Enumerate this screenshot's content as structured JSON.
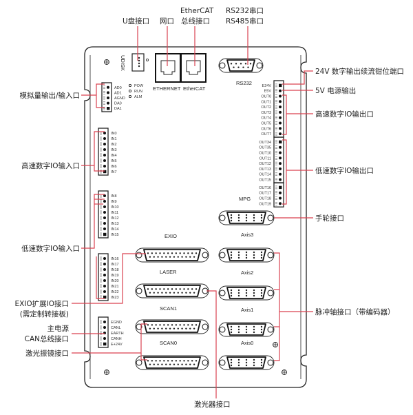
{
  "colors": {
    "callout_line": "#d9414f",
    "outline": "#222222",
    "background": "#ffffff"
  },
  "top_callouts": {
    "udisk": "U盘接口",
    "network": "网口",
    "ethercat_line1": "EtherCAT",
    "ethercat_line2": "总线接口",
    "serial_line1": "RS232串口",
    "serial_line2": "RS485串口"
  },
  "left_callouts": {
    "analog": "模拟量输出/输入口",
    "high_speed_input": "高速数字IO输入口",
    "low_speed_input": "低速数字IO输入口",
    "exio_line1": "EXIO扩展IO接口",
    "exio_line2": "(需定制转接板)",
    "power": "主电源",
    "can": "CAN总线接口",
    "galvo": "激光振镜接口"
  },
  "right_callouts": {
    "clamp": "24V 数字输出续流钳位端口",
    "power5v": "5V 电源输出",
    "high_speed_output": "高速数字IO输出口",
    "low_speed_output": "低速数字IO输出口",
    "handwheel": "手轮接口",
    "pulse_axis": "脉冲轴接口（带编码器）"
  },
  "bottom_callouts": {
    "laser": "激光器接口"
  },
  "board_labels": {
    "udisk": "UDISK",
    "ethernet": "ETHERNET",
    "ethercat": "EtherCAT",
    "rs232": "RS232",
    "mpg": "MPG",
    "exio": "EXIO",
    "laser": "LASER",
    "scan1": "SCAN1",
    "scan0": "SCAN0",
    "axis3": "Axis3",
    "axis2": "Axis2",
    "axis1": "Axis1",
    "axis0": "Axis0",
    "leds": [
      "POW",
      "RUN",
      "ALM"
    ]
  },
  "terminals": {
    "analog": [
      "AD0",
      "AD1",
      "AGND",
      "DA0",
      "DA1"
    ],
    "in_high": [
      "IN0",
      "IN1",
      "IN2",
      "IN3",
      "IN4",
      "IN5",
      "IN6",
      "IN7"
    ],
    "in_low": [
      "IN8",
      "IN9",
      "IN10",
      "IN11",
      "IN12",
      "IN13",
      "IN14",
      "IN15"
    ],
    "exio": [
      "IN16",
      "IN17",
      "IN18",
      "IN19",
      "IN20",
      "IN21",
      "IN22",
      "IN23"
    ],
    "power": [
      "EGND",
      "CANL",
      "EARTH",
      "CANH",
      "E+24V"
    ],
    "out_a": [
      "E24V",
      "E5V",
      "OUT0",
      "OUT1",
      "OUT2",
      "OUT3",
      "OUT4",
      "OUT5",
      "OUT6",
      "OUT7"
    ],
    "out_b": [
      "OUT34",
      "OUT35",
      "OUT10",
      "OUT11",
      "OUT12",
      "OUT13",
      "OUT14",
      "OUT15"
    ],
    "out_c": [
      "OUT16",
      "OUT17",
      "OUT18",
      "OUT19"
    ]
  }
}
